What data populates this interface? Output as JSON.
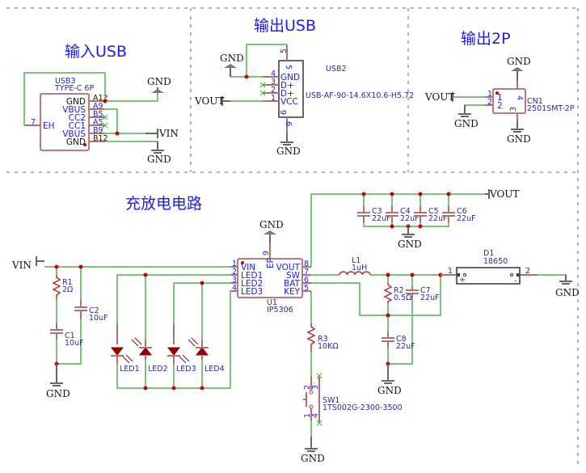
{
  "sections": {
    "input_usb": {
      "title": "输入USB"
    },
    "output_usb": {
      "title": "输出USB"
    },
    "output_2p": {
      "title": "输出2P"
    },
    "charge_circuit": {
      "title": "充放电电路"
    }
  },
  "nets": {
    "gnd": "GND",
    "vin": "VIN",
    "vout": "VOUT"
  },
  "components": {
    "usb3": {
      "ref": "USB3",
      "value": "TYPE-C 6P",
      "pins": [
        {
          "name": "GND",
          "num": "A12"
        },
        {
          "name": "VBUS",
          "num": "A9"
        },
        {
          "name": "CC2",
          "num": "B5"
        },
        {
          "name": "CC1",
          "num": "A5"
        },
        {
          "name": "VBUS",
          "num": "B9"
        },
        {
          "name": "GND",
          "num": "B12"
        },
        {
          "name": "EH",
          "num": "7"
        }
      ]
    },
    "usb2": {
      "ref": "USB2",
      "value": "USB-AF-90-14.6X10.6-H5.72",
      "pins": [
        {
          "name": "GND",
          "num": "4"
        },
        {
          "name": "D+",
          "num": "3"
        },
        {
          "name": "D+",
          "num": "2"
        },
        {
          "name": "VCC",
          "num": "1"
        },
        {
          "name": "",
          "num": "5"
        },
        {
          "name": "",
          "num": "6"
        }
      ]
    },
    "cn1": {
      "ref": "CN1",
      "value": "2501SMT-2P",
      "pins": [
        {
          "name": "1",
          "num": "1"
        },
        {
          "name": "2",
          "num": "2"
        },
        {
          "name": "",
          "num": "3"
        },
        {
          "name": "",
          "num": "4"
        }
      ]
    },
    "u1": {
      "ref": "U1",
      "value": "IP5306",
      "pins_left": [
        {
          "name": "VIN",
          "num": "1"
        },
        {
          "name": "LED1",
          "num": "2"
        },
        {
          "name": "LED2",
          "num": "3"
        },
        {
          "name": "LED3",
          "num": "4"
        }
      ],
      "pins_right": [
        {
          "name": "VOUT",
          "num": "8"
        },
        {
          "name": "SW",
          "num": "7"
        },
        {
          "name": "BAT",
          "num": "6"
        },
        {
          "name": "KEY",
          "num": "5"
        }
      ],
      "pin_top": {
        "name": "EP",
        "num": "9"
      }
    },
    "r1": {
      "ref": "R1",
      "value": "2Ω"
    },
    "r2": {
      "ref": "R2",
      "value": "0.5Ω"
    },
    "r3": {
      "ref": "R3",
      "value": "10KΩ"
    },
    "c1": {
      "ref": "C1",
      "value": "10uF"
    },
    "c2": {
      "ref": "C2",
      "value": "10uF"
    },
    "c3": {
      "ref": "C3",
      "value": "22uF"
    },
    "c4": {
      "ref": "C4",
      "value": "22uF"
    },
    "c5": {
      "ref": "C5",
      "value": "22uF"
    },
    "c6": {
      "ref": "C6",
      "value": "22uF"
    },
    "c7": {
      "ref": "C7",
      "value": "22uF"
    },
    "c8": {
      "ref": "C8",
      "value": "22uF"
    },
    "l1": {
      "ref": "L1",
      "value": "1uH"
    },
    "d1": {
      "ref": "D1",
      "value": "18650",
      "pin1": "1",
      "pin2": "2",
      "plus": "+",
      "minus": "-"
    },
    "led1": {
      "ref": "LED1"
    },
    "led2": {
      "ref": "LED2"
    },
    "led3": {
      "ref": "LED3"
    },
    "led4": {
      "ref": "LED4"
    },
    "sw1": {
      "ref": "SW1",
      "value": "1TS002G-2300-3500",
      "pins": [
        "2",
        "3",
        "1",
        "4"
      ]
    }
  }
}
